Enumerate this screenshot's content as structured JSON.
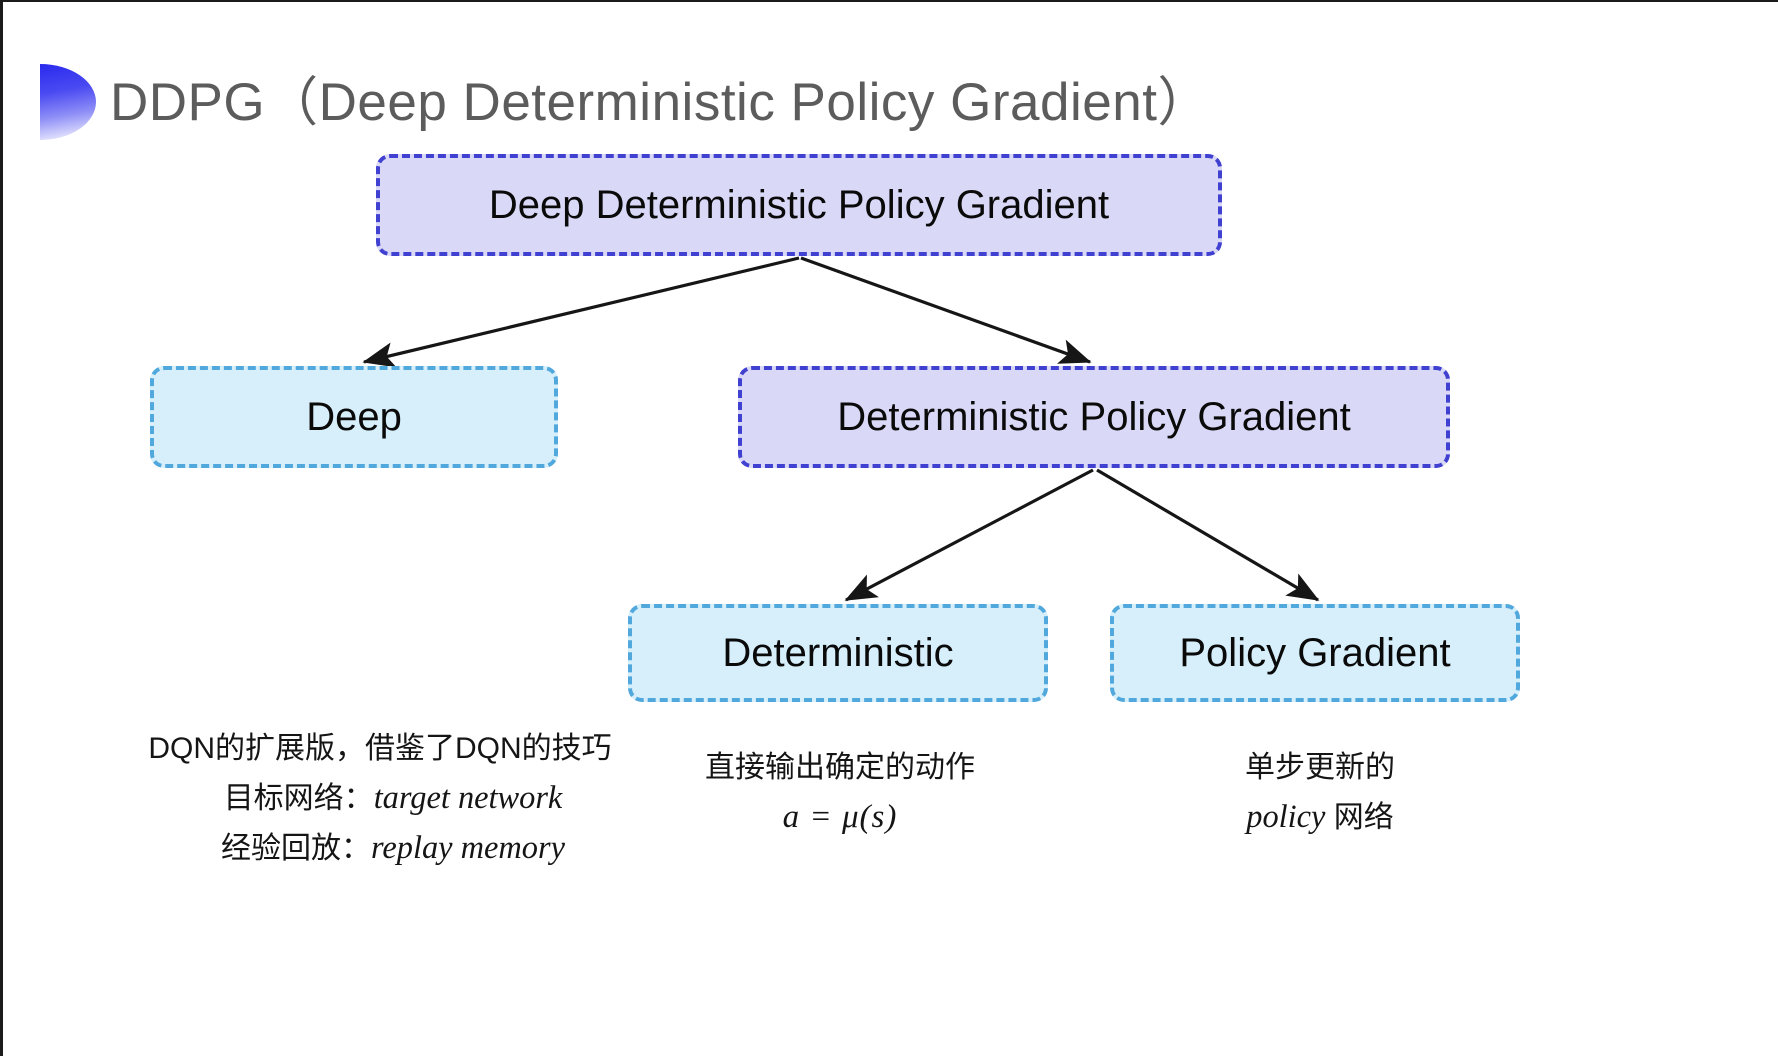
{
  "slide": {
    "title": "DDPG（Deep Deterministic Policy Gradient）",
    "bullet_icon": "gradient-circle-bullet-icon",
    "background_color": "#ffffff",
    "title_color": "#5c5c5c"
  },
  "colors": {
    "purple_fill": "#d9d9f7",
    "purple_border": "#4141d1",
    "blue_fill": "#d6effb",
    "blue_border": "#51a8dc",
    "arrow": "#161616",
    "text": "#0a0a0a"
  },
  "diagram": {
    "nodes": {
      "root": {
        "label": "Deep Deterministic Policy Gradient",
        "style": "purple"
      },
      "deep": {
        "label": "Deep",
        "style": "blue"
      },
      "dpg": {
        "label": "Deterministic Policy Gradient",
        "style": "purple"
      },
      "deterministic": {
        "label": "Deterministic",
        "style": "blue"
      },
      "policy_gradient": {
        "label": "Policy Gradient",
        "style": "blue"
      }
    },
    "edges": [
      {
        "from": "root",
        "to": "deep",
        "arrowhead": true
      },
      {
        "from": "root",
        "to": "dpg",
        "arrowhead": true
      },
      {
        "from": "dpg",
        "to": "deterministic",
        "arrowhead": true
      },
      {
        "from": "dpg",
        "to": "policy_gradient",
        "arrowhead": true
      }
    ]
  },
  "captions": {
    "deep": {
      "line1": "DQN的扩展版，借鉴了DQN的技巧",
      "line2_label": "目标网络：",
      "line2_term": "target network",
      "line3_label": "经验回放：",
      "line3_term": "replay memory"
    },
    "deterministic": {
      "line1": "直接输出确定的动作",
      "formula": "a = μ(s)"
    },
    "policy_gradient": {
      "line1": "单步更新的",
      "line2_term": "policy",
      "line2_suffix": " 网络"
    }
  }
}
